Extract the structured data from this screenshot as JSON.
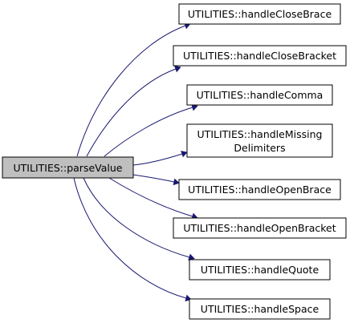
{
  "diagram": {
    "root": {
      "label": "UTILITIES::parseValue"
    },
    "callees": [
      {
        "lines": [
          "UTILITIES::handleCloseBrace"
        ]
      },
      {
        "lines": [
          "UTILITIES::handleCloseBracket"
        ]
      },
      {
        "lines": [
          "UTILITIES::handleComma"
        ]
      },
      {
        "lines": [
          "UTILITIES::handleMissing",
          "Delimiters"
        ]
      },
      {
        "lines": [
          "UTILITIES::handleOpenBrace"
        ]
      },
      {
        "lines": [
          "UTILITIES::handleOpenBracket"
        ]
      },
      {
        "lines": [
          "UTILITIES::handleQuote"
        ]
      },
      {
        "lines": [
          "UTILITIES::handleSpace"
        ]
      }
    ],
    "colors": {
      "edge": "#191970",
      "root_fill": "#bfbfbf",
      "node_fill": "#ffffff"
    }
  }
}
